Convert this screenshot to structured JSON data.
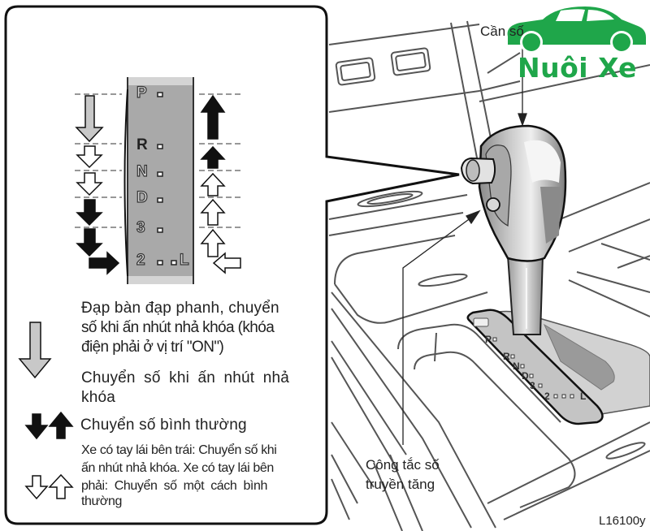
{
  "diagram": {
    "type": "automatic-transmission-shift-lever-illustration",
    "shift_positions": [
      "P",
      "R",
      "N",
      "D",
      "3",
      "2",
      "L"
    ],
    "gate_label": "2 □ □ L",
    "figure_code": "L16100y"
  },
  "callouts": {
    "shift_lever": "Cần số",
    "overdrive_switch_line1": "Công tắc số",
    "overdrive_switch_line2": "truyền tăng"
  },
  "legend": {
    "items": [
      {
        "icon": "gray-down-arrow-icon",
        "text_line1": "Đạp bàn đạp phanh, chuyển",
        "text_line2": "số khi ấn nhút nhả khóa (khóa",
        "text_line3": "điện phải ở vị trí \"ON\")"
      },
      {
        "icon": "white-down-arrow-icon",
        "text_line1": "Chuyển số khi ấn nhút nhả",
        "text_line2": "khóa"
      },
      {
        "icon": "black-up-down-arrows-icon",
        "text_line1": "Chuyển số bình thường"
      },
      {
        "icon": "white-up-down-arrows-icon",
        "text_line1": "Xe có tay lái bên trái: Chuyển số khi",
        "text_line2": "ấn nhút nhả khóa. Xe có tay lái bên",
        "text_line3": "phải: Chuyển số một cách bình",
        "text_line4": "thường"
      }
    ]
  },
  "watermark": {
    "brand": "Nuôi Xe",
    "color": "#1fa64a"
  }
}
